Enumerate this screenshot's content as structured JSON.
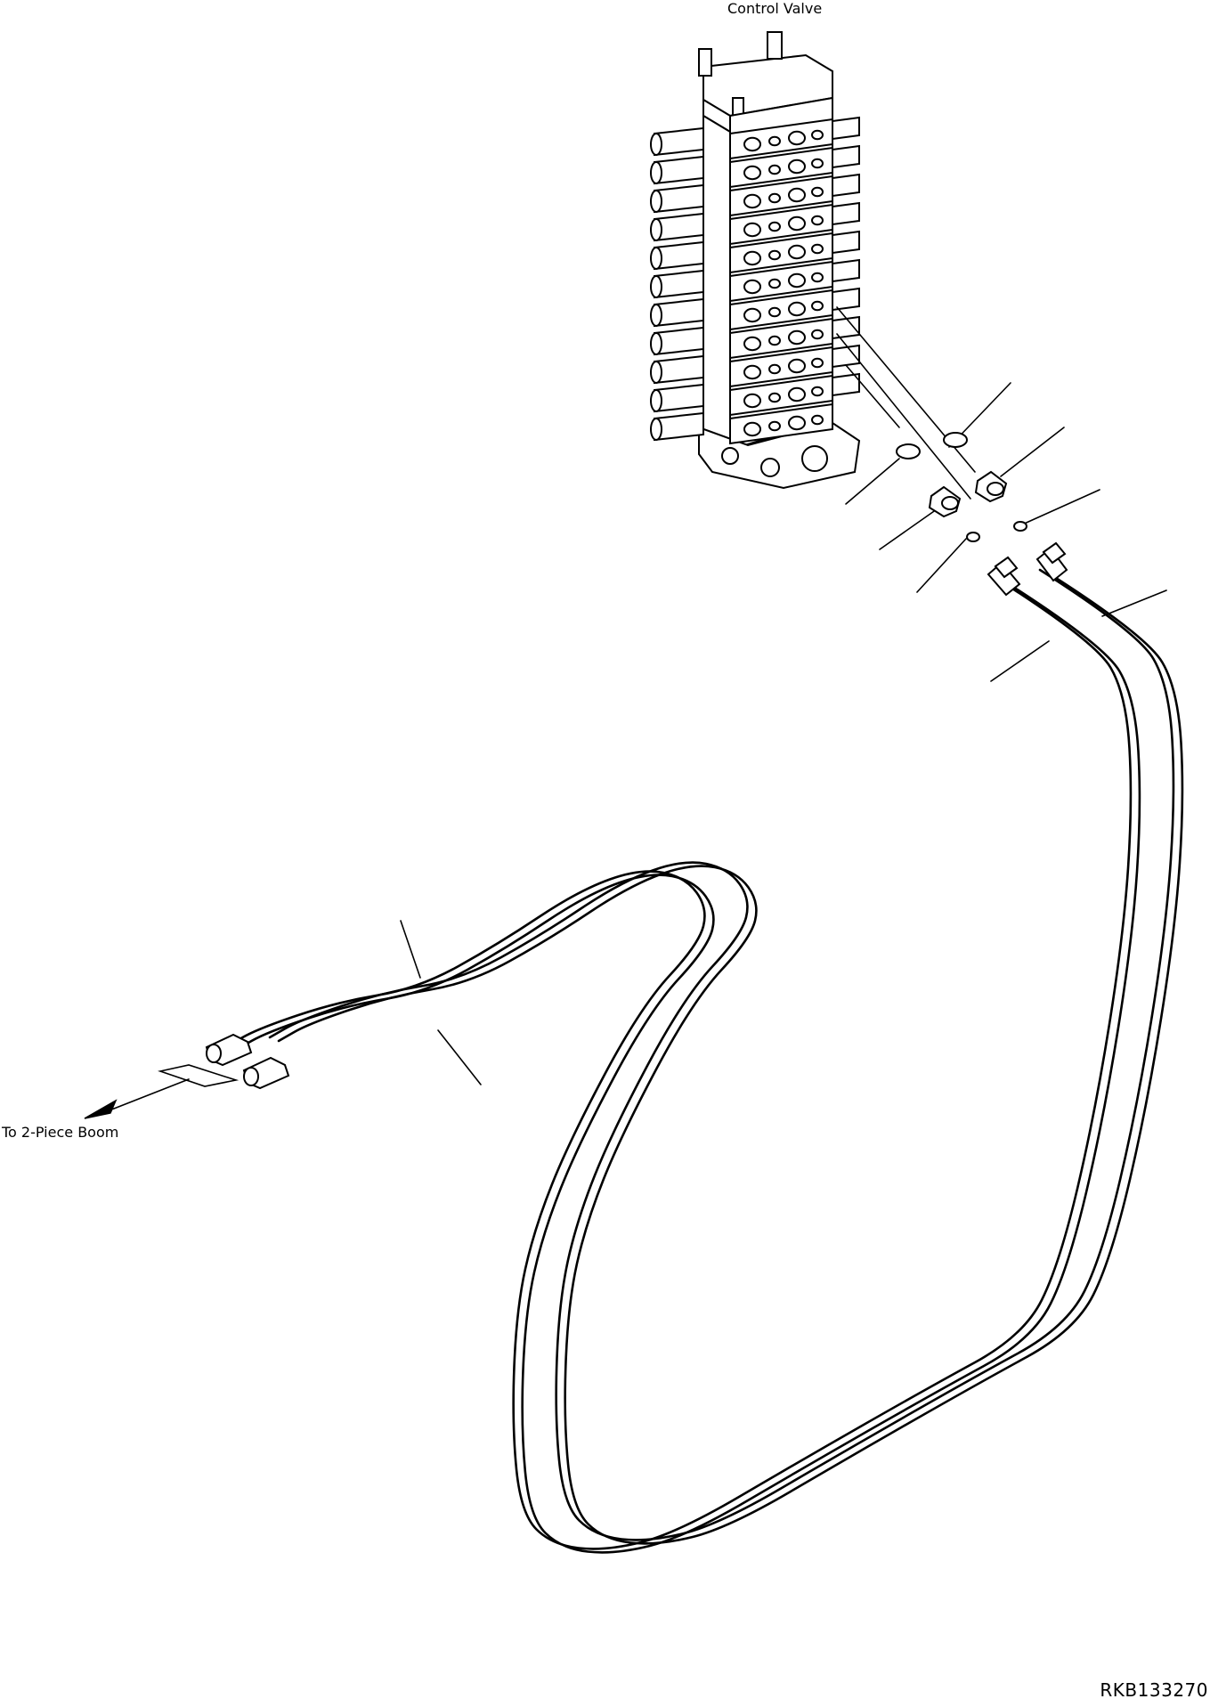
{
  "labels": {
    "control_valve": "Control Valve",
    "to_boom": "To 2-Piece Boom",
    "drawing_code": "RKB133270"
  },
  "colors": {
    "line": "#000000",
    "background": "#ffffff"
  }
}
